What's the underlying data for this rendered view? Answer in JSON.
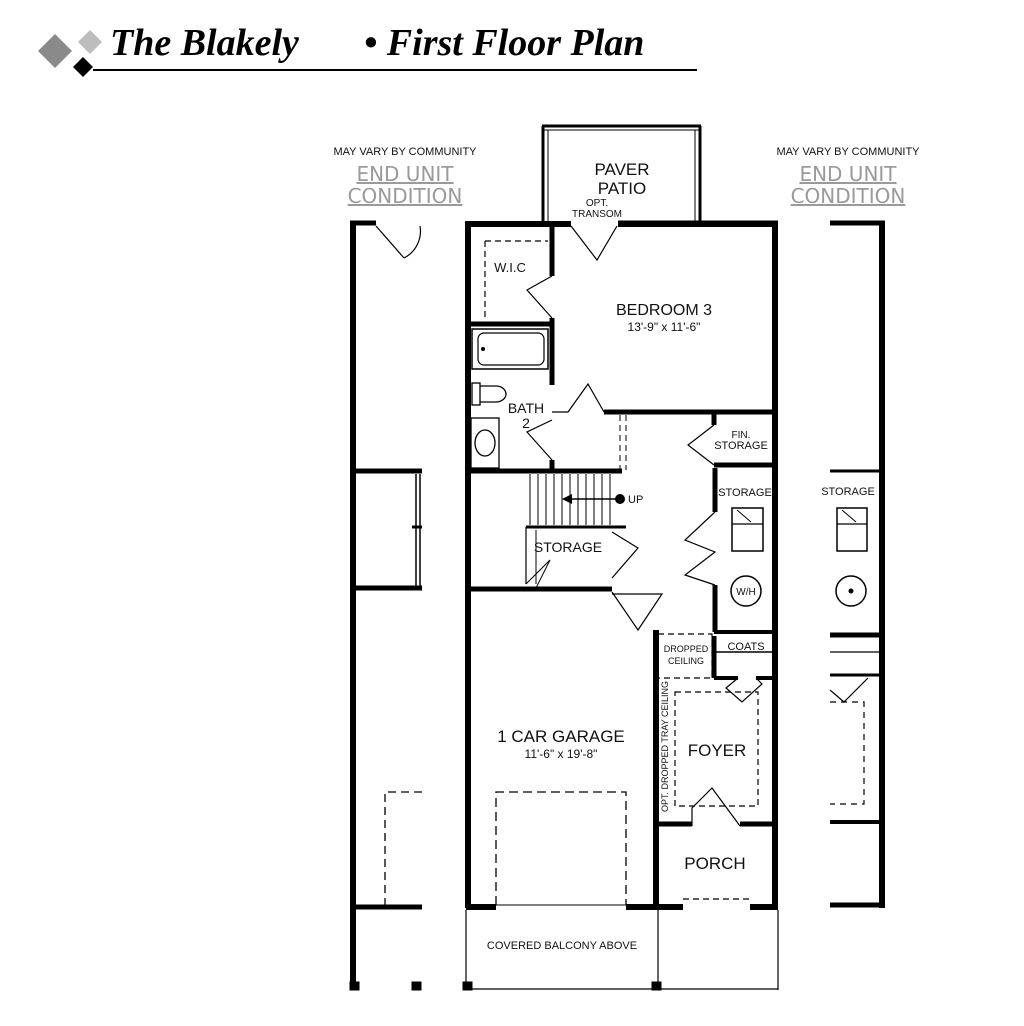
{
  "header": {
    "plan_name": "The Blakely",
    "floor_label": "• First Floor Plan"
  },
  "end_unit_left": {
    "note": "MAY VARY BY COMMUNITY",
    "line1": "END UNIT",
    "line2": "CONDITION"
  },
  "end_unit_right": {
    "note": "MAY VARY BY COMMUNITY",
    "line1": "END UNIT",
    "line2": "CONDITION",
    "storage": "STORAGE"
  },
  "rooms": {
    "paver_patio_line1": "PAVER",
    "paver_patio_line2": "PATIO",
    "opt_transom_line1": "OPT.",
    "opt_transom_line2": "TRANSOM",
    "wic": "W.I.C",
    "bedroom3_name": "BEDROOM 3",
    "bedroom3_size": "13'-9\" x 11'-6\"",
    "bath2_line1": "BATH",
    "bath2_line2": "2",
    "fin_storage_line1": "FIN.",
    "fin_storage_line2": "STORAGE",
    "stair_up": "UP",
    "storage_under_stair": "STORAGE",
    "storage_wh": "STORAGE",
    "water_heater": "W/H",
    "dropped_ceiling_line1": "DROPPED",
    "dropped_ceiling_line2": "CEILING",
    "coats": "COATS",
    "garage_name": "1 CAR GARAGE",
    "garage_size": "11'-6\" x 19'-8\"",
    "tray_ceiling": "OPT. DROPPED TRAY CEILING",
    "foyer": "FOYER",
    "porch": "PORCH",
    "covered_balcony": "COVERED BALCONY ABOVE"
  }
}
